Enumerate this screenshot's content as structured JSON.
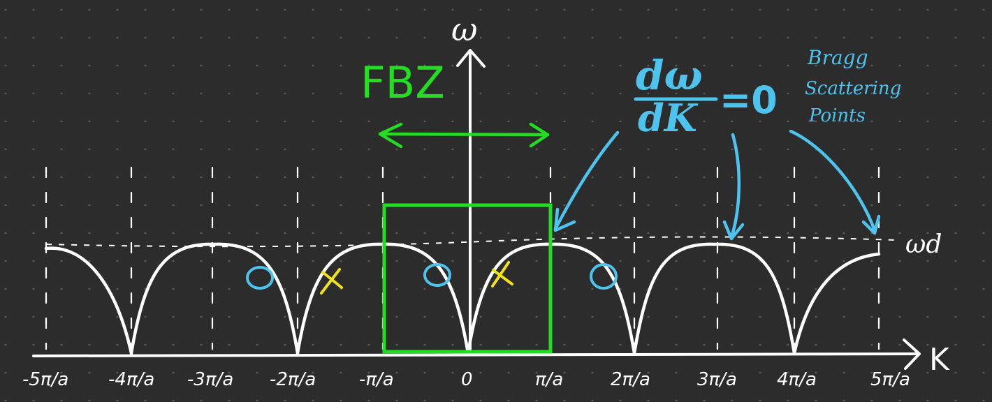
{
  "colors": {
    "background": "#2c2c2c",
    "grid_dots": "#5a5a5a",
    "axes": "#ffffff",
    "curve": "#ffffff",
    "fbz": "#22dd22",
    "annotation": "#4ec3ee",
    "cross": "#f2e21b"
  },
  "axes": {
    "y_label": "ω",
    "x_label": "K",
    "ticks": [
      "-5π/a",
      "-4π/a",
      "-3π/a",
      "-2π/a",
      "-π/a",
      "0",
      "π/a",
      "2π/a",
      "3π/a",
      "4π/a",
      "5π/a"
    ]
  },
  "fbz": {
    "label": "FBZ"
  },
  "max_line": {
    "label": "ωd"
  },
  "derivative": {
    "numerator": "dω",
    "denominator": "dK",
    "equals": "=0"
  },
  "bragg": {
    "line1": "Bragg",
    "line2": "Scattering",
    "line3": "Points"
  }
}
